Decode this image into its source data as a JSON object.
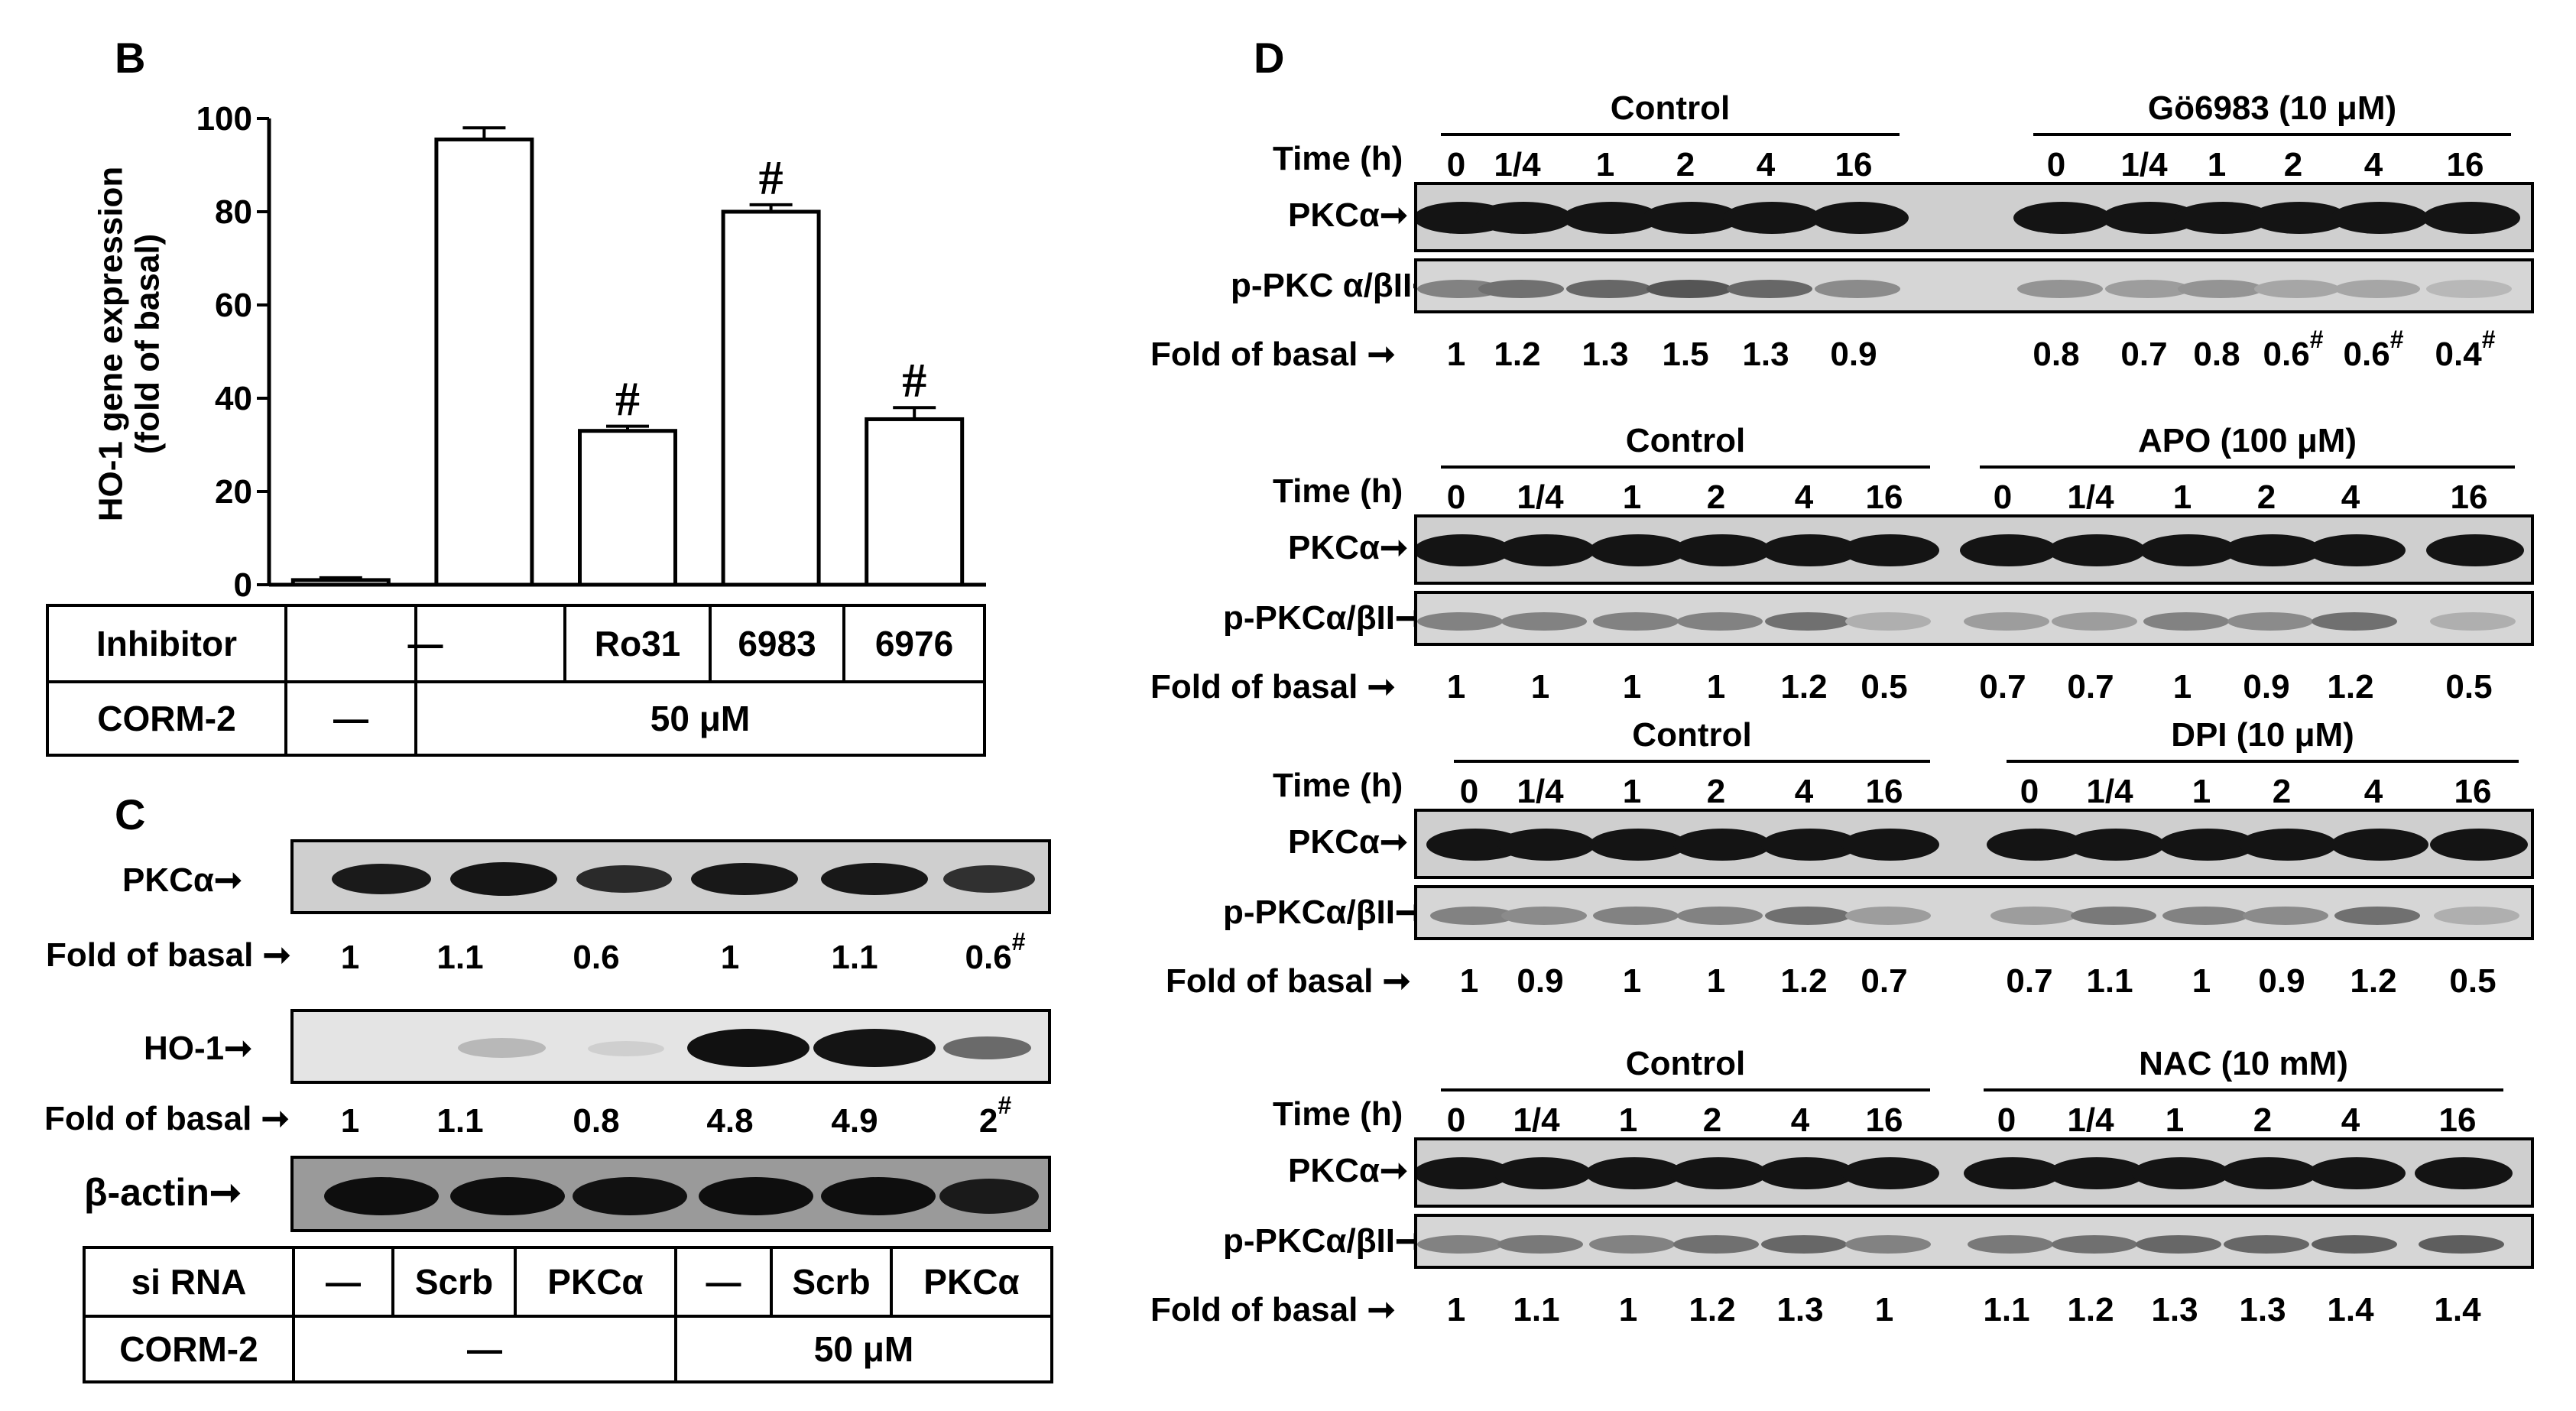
{
  "panel_b": {
    "label": "B",
    "ylabel_line1": "HO-1 gene expression",
    "ylabel_line2": "(fold of basal)",
    "yticks": [
      "0",
      "20",
      "40",
      "60",
      "80",
      "100"
    ],
    "table": {
      "row1_label": "Inhibitor",
      "row1_dash": "—",
      "row1_items": [
        "Ro31",
        "6983",
        "6976"
      ],
      "row2_label": "CORM-2",
      "row2_dash": "—",
      "row2_dose": "50 μM"
    },
    "significance_mark": "#"
  },
  "chart_data": {
    "type": "bar",
    "categories": [
      "—/—",
      "—/50 μM",
      "Ro31/50 μM",
      "6983/50 μM",
      "6976/50 μM"
    ],
    "values": [
      1,
      95.5,
      33,
      80,
      35.5
    ],
    "errors": [
      0.5,
      2.5,
      1,
      1.5,
      2.5
    ],
    "significant": [
      false,
      false,
      true,
      true,
      true
    ],
    "ylabel": "HO-1 gene expression (fold of basal)",
    "ylim": [
      0,
      100
    ]
  },
  "panel_c": {
    "label": "C",
    "pkca_label": "PKCα",
    "pkca_fold_label": "Fold of basal",
    "pkca_fold": [
      "1",
      "1.1",
      "0.6",
      "1",
      "1.1",
      "0.6"
    ],
    "pkca_fold_sig": [
      false,
      false,
      false,
      false,
      false,
      true
    ],
    "ho1_label": "HO-1",
    "ho1_fold_label": "Fold of basal",
    "ho1_fold": [
      "1",
      "1.1",
      "0.8",
      "4.8",
      "4.9",
      "2"
    ],
    "ho1_fold_sig": [
      false,
      false,
      false,
      false,
      false,
      true
    ],
    "actin_label": "β-actin",
    "table": {
      "row1_label": "si RNA",
      "row1_items": [
        "—",
        "Scrb",
        "PKCα",
        "—",
        "Scrb",
        "PKCα"
      ],
      "row2_label": "CORM-2",
      "row2_dash": "—",
      "row2_dose": "50 μM"
    },
    "sig_mark": "#"
  },
  "panel_d": {
    "label": "D",
    "time_label": "Time (h)",
    "time_points": [
      "0",
      "1/4",
      "1",
      "2",
      "4",
      "16"
    ],
    "fold_label": "Fold of basal",
    "pkca_label": "PKCα",
    "sig_mark": "#",
    "blocks": [
      {
        "control": "Control",
        "treatment": "Gö6983 (10 μM)",
        "ppkc_label": "p-PKC α/βII",
        "fold": [
          "1",
          "1.2",
          "1.3",
          "1.5",
          "1.3",
          "0.9",
          "0.8",
          "0.7",
          "0.8",
          "0.6",
          "0.6",
          "0.4"
        ],
        "sig": [
          false,
          false,
          false,
          false,
          false,
          false,
          false,
          false,
          false,
          true,
          true,
          true
        ]
      },
      {
        "control": "Control",
        "treatment": "APO (100 μM)",
        "ppkc_label": "p-PKCα/βII",
        "fold": [
          "1",
          "1",
          "1",
          "1",
          "1.2",
          "0.5",
          "0.7",
          "0.7",
          "1",
          "0.9",
          "1.2",
          "0.5"
        ],
        "sig": [
          false,
          false,
          false,
          false,
          false,
          false,
          false,
          false,
          false,
          false,
          false,
          false
        ]
      },
      {
        "control": "Control",
        "treatment": "DPI (10 μM)",
        "ppkc_label": "p-PKCα/βII",
        "fold": [
          "1",
          "0.9",
          "1",
          "1",
          "1.2",
          "0.7",
          "0.7",
          "1.1",
          "1",
          "0.9",
          "1.2",
          "0.5"
        ],
        "sig": [
          false,
          false,
          false,
          false,
          false,
          false,
          false,
          false,
          false,
          false,
          false,
          false
        ]
      },
      {
        "control": "Control",
        "treatment": "NAC (10 mM)",
        "ppkc_label": "p-PKCα/βII",
        "fold": [
          "1",
          "1.1",
          "1",
          "1.2",
          "1.3",
          "1",
          "1.1",
          "1.2",
          "1.3",
          "1.3",
          "1.4",
          "1.4"
        ],
        "sig": [
          false,
          false,
          false,
          false,
          false,
          false,
          false,
          false,
          false,
          false,
          false,
          false
        ]
      }
    ]
  }
}
